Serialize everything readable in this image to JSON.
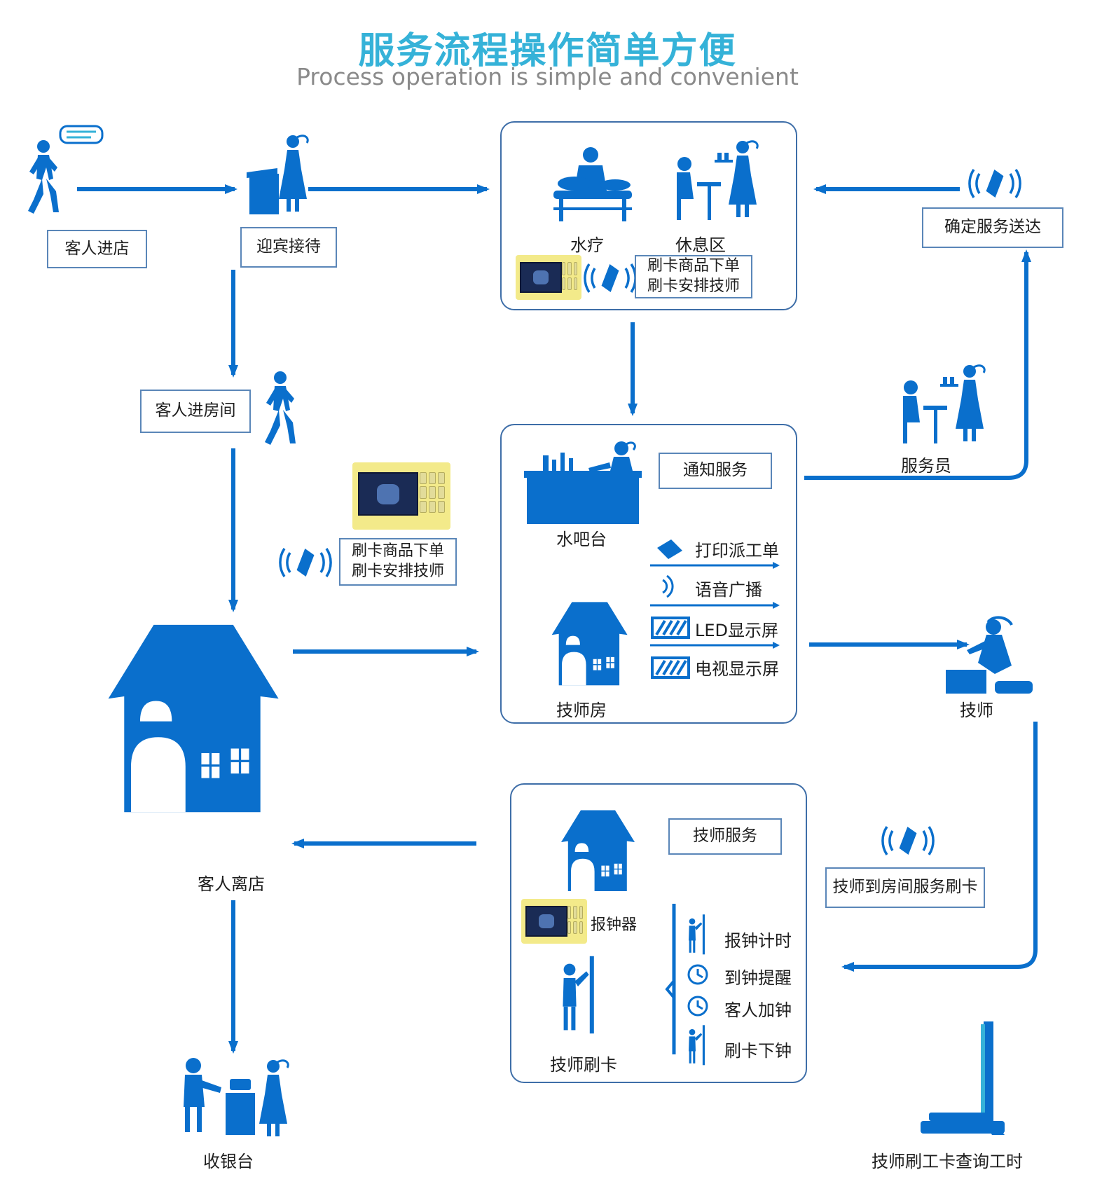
{
  "header": {
    "title": "服务流程操作简单方便",
    "subtitle": "Process operation is simple and convenient"
  },
  "colors": {
    "accent": "#0a6fcc",
    "title": "#35b2d8",
    "subtitle": "#8a8a8a",
    "border": "#3e6ea8"
  },
  "nodes": {
    "guest_enter": "客人进店",
    "reception": "迎宾接待",
    "guest_room": "客人进房间",
    "confirm_delivery": "确定服务送达",
    "hydrotherapy": "水疗",
    "rest_area": "休息区",
    "waiter": "服务员",
    "water_bar": "水吧台",
    "tech_room": "技师房",
    "technician": "技师",
    "guest_leave": "客人离店",
    "cashier": "收银台",
    "clock_device": "报钟器",
    "tech_swipe": "技师刷卡",
    "tech_to_room_swipe": "技师到房间服务刷卡",
    "tech_query_hours": "技师刷工卡查询工时"
  },
  "card_actions": {
    "line1": "刷卡商品下单",
    "line2": "刷卡安排技师"
  },
  "notify": {
    "title": "通知服务",
    "items": [
      "打印派工单",
      "语音广播",
      "LED显示屏",
      "电视显示屏"
    ]
  },
  "tech_service": {
    "title": "技师服务",
    "items": [
      "报钟计时",
      "到钟提醒",
      "客人加钟",
      "刷卡下钟"
    ]
  },
  "icons": [
    "walking-person-icon",
    "receptionist-icon",
    "massage-bed-icon",
    "waiter-serving-icon",
    "rfid-card-icon",
    "house-icon",
    "clock-icon",
    "printer-icon",
    "speaker-icon",
    "screen-icon",
    "cashier-icon",
    "kiosk-icon",
    "card-reader-device"
  ]
}
